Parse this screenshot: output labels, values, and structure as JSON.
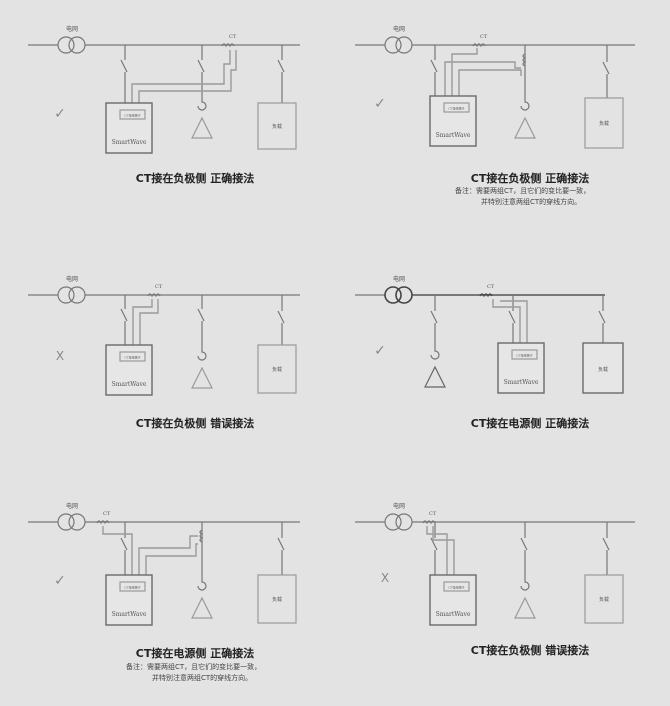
{
  "labels": {
    "grid": "电网",
    "ct": "CT",
    "device_brand": "SmartWave",
    "device_screen": "CT接线端子",
    "load": "负载"
  },
  "panels": [
    {
      "mark": "✓",
      "caption": "CT接在负极侧 正确接法",
      "note": []
    },
    {
      "mark": "✓",
      "caption": "CT接在负极侧 正确接法",
      "note": [
        "备注：需要两组CT，且它们的变比要一致，",
        "并特别注意两组CT的穿线方向。"
      ]
    },
    {
      "mark": "X",
      "caption": "CT接在负极侧  错误接法",
      "note": []
    },
    {
      "mark": "✓",
      "caption": "CT接在电源侧 正确接法",
      "note": []
    },
    {
      "mark": "✓",
      "caption": "CT接在电源侧 正确接法",
      "note": [
        "备注：需要两组CT，且它们的变比要一致，",
        "并特别注意两组CT的穿线方向。"
      ]
    },
    {
      "mark": "X",
      "caption": "CT接在负极侧  错误接法",
      "note": []
    }
  ]
}
